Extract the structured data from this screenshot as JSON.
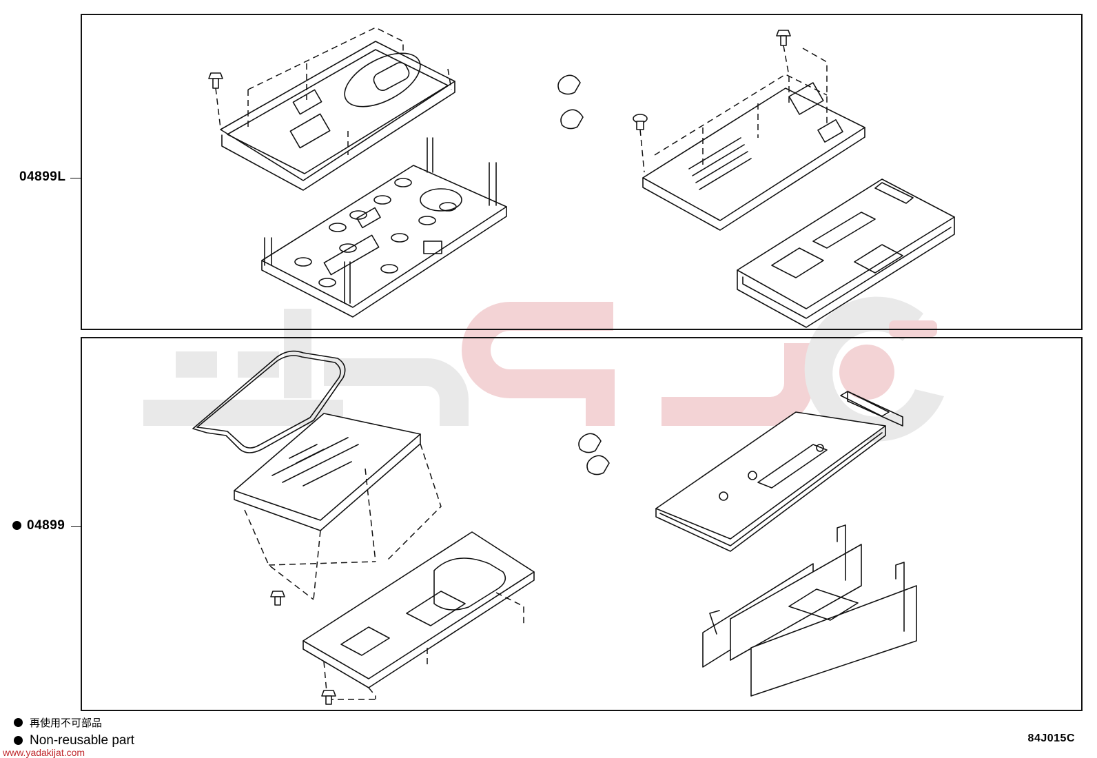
{
  "callouts": {
    "top_part_number": "04899L",
    "bottom_part_number": "04899"
  },
  "legend": {
    "jp": "再使用不可部品",
    "en": "Non-reusable part"
  },
  "diagram_code": "84J015C",
  "watermark": {
    "url": "www.yadakijat.com"
  },
  "colors": {
    "line": "#111111",
    "watermark_gray": "#e9e9e9",
    "watermark_red": "#f3d3d5",
    "url_red": "#c0282d"
  }
}
